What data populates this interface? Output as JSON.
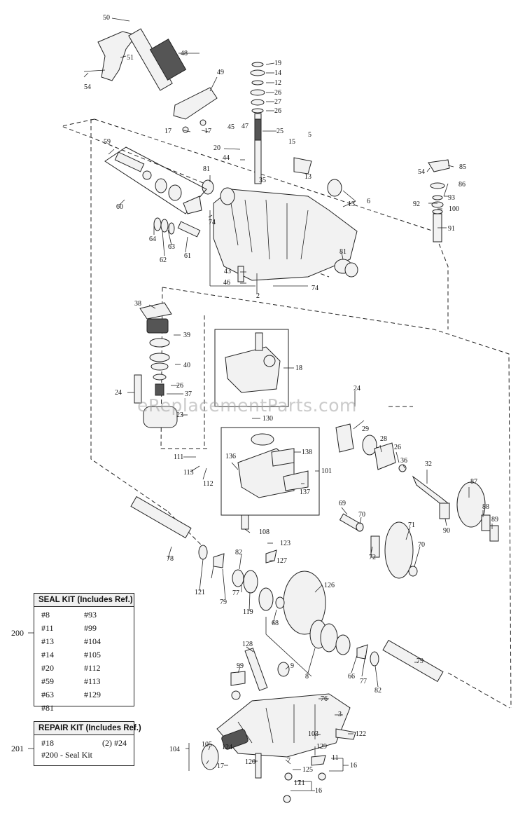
{
  "watermark": "eReplacementParts.com",
  "callouts": [
    "50",
    "51",
    "48",
    "54",
    "49",
    "17",
    "17",
    "19",
    "14",
    "12",
    "26",
    "27",
    "26",
    "25",
    "45",
    "47",
    "20",
    "44",
    "35",
    "59",
    "81",
    "60",
    "15",
    "5",
    "13",
    "6",
    "13",
    "54",
    "85",
    "86",
    "93",
    "92",
    "100",
    "91",
    "64",
    "63",
    "62",
    "61",
    "74",
    "43",
    "46",
    "74",
    "2",
    "81",
    "38",
    "39",
    "40",
    "26",
    "37",
    "24",
    "18",
    "23",
    "130",
    "24",
    "29",
    "28",
    "26",
    "36",
    "32",
    "111",
    "113",
    "112",
    "136",
    "138",
    "137",
    "101",
    "87",
    "88",
    "89",
    "90",
    "69",
    "70",
    "71",
    "72",
    "70",
    "108",
    "123",
    "78",
    "82",
    "127",
    "121",
    "79",
    "77",
    "119",
    "126",
    "68",
    "128",
    "99",
    "9",
    "8",
    "66",
    "77",
    "82",
    "79",
    "76",
    "3",
    "124",
    "105",
    "104",
    "103",
    "129",
    "122",
    "120",
    "7",
    "125",
    "17",
    "11",
    "16",
    "17",
    "11",
    "16"
  ],
  "seal_kit": {
    "id": "200",
    "title": "SEAL KIT (Includes Ref.)",
    "items": [
      "#8",
      "#93",
      "#11",
      "#99",
      "#13",
      "#104",
      "#14",
      "#105",
      "#20",
      "#112",
      "#59",
      "#113",
      "#63",
      "#129",
      "#81",
      ""
    ]
  },
  "repair_kit": {
    "id": "201",
    "title": "REPAIR KIT (Includes Ref.)",
    "row1_left": "#18",
    "row1_right": "(2) #24",
    "row2_left": "#200 - Seal Kit"
  }
}
